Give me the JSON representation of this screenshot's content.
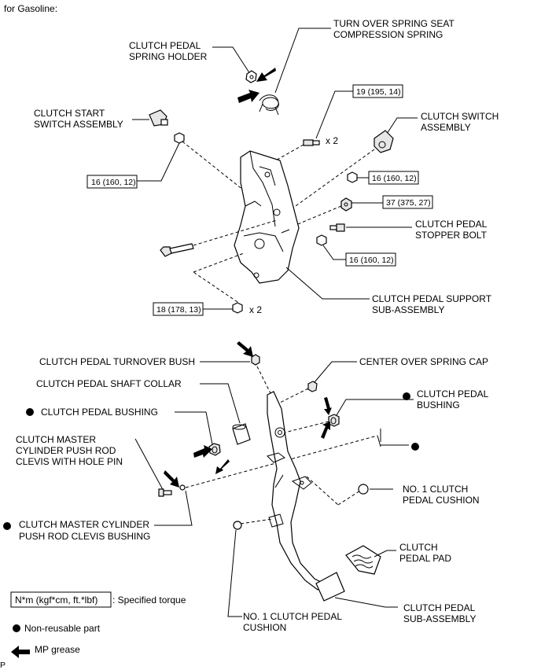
{
  "heading": "for Gasoline:",
  "labels": {
    "turn_over_spring_1": "TURN OVER SPRING SEAT",
    "turn_over_spring_2": "COMPRESSION SPRING",
    "spring_holder_1": "CLUTCH PEDAL",
    "spring_holder_2": "SPRING HOLDER",
    "start_switch_1": "CLUTCH START",
    "start_switch_2": "SWITCH ASSEMBLY",
    "clutch_switch_1": "CLUTCH SWITCH",
    "clutch_switch_2": "ASSEMBLY",
    "stopper_bolt_1": "CLUTCH PEDAL",
    "stopper_bolt_2": "STOPPER BOLT",
    "support_1": "CLUTCH PEDAL SUPPORT",
    "support_2": "SUB-ASSEMBLY",
    "turnover_bush": "CLUTCH PEDAL TURNOVER BUSH",
    "center_cap": "CENTER OVER SPRING CAP",
    "shaft_collar": "CLUTCH PEDAL SHAFT COLLAR",
    "pedal_bushing_left": "CLUTCH PEDAL BUSHING",
    "pedal_bushing_right_1": "CLUTCH PEDAL",
    "pedal_bushing_right_2": "BUSHING",
    "clevis_1": "CLUTCH MASTER",
    "clevis_2": "CYLINDER PUSH ROD",
    "clevis_3": "CLEVIS WITH HOLE PIN",
    "clevis_bushing_1": "CLUTCH MASTER CYLINDER",
    "clevis_bushing_2": "PUSH ROD CLEVIS BUSHING",
    "cushion_right_1": "NO. 1 CLUTCH",
    "cushion_right_2": "PEDAL CUSHION",
    "pedal_pad_1": "CLUTCH",
    "pedal_pad_2": "PEDAL PAD",
    "pedal_sub_1": "CLUTCH PEDAL",
    "pedal_sub_2": "SUB-ASSEMBLY",
    "cushion_bottom_1": "NO. 1 CLUTCH PEDAL",
    "cushion_bottom_2": "CUSHION"
  },
  "torques": {
    "t19": "19 (195, 14)",
    "t16_left": "16 (160, 12)",
    "t16_switch": "16 (160, 12)",
    "t37": "37 (375, 27)",
    "t16_stopper": "16 (160, 12)",
    "t18": "18 (178, 13)"
  },
  "multipliers": {
    "x2_top": "x 2",
    "x2_bottom": "x 2"
  },
  "legend": {
    "torque_box": "N*m (kgf*cm, ft.*lbf)",
    "torque_desc": ": Specified torque",
    "nonreusable": "Non-reusable part",
    "grease": "MP grease"
  },
  "corner_mark": "P"
}
